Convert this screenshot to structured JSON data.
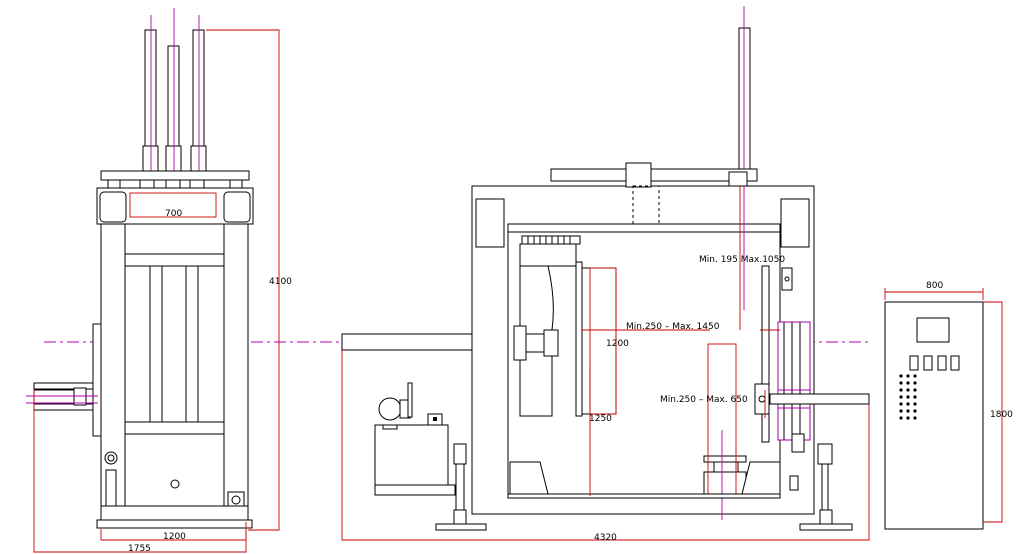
{
  "dimensions": {
    "front_height": "4100",
    "front_top_width": "700",
    "front_base_width": "1200",
    "front_overall_width": "1755",
    "side_overall_width": "4320",
    "side_stroke_upper": "Min. 195  Max.1050",
    "side_stroke_mid": "Min.250  –  Max. 1450",
    "side_platen_height": "1200",
    "side_platen_width": "1250",
    "side_stroke_lower": "Min.250  –  Max. 650",
    "cabinet_width": "800",
    "cabinet_height": "1800"
  },
  "colors": {
    "outline": "#000000",
    "dimension_line": "#cc0000",
    "center_line": "#b000b0"
  }
}
